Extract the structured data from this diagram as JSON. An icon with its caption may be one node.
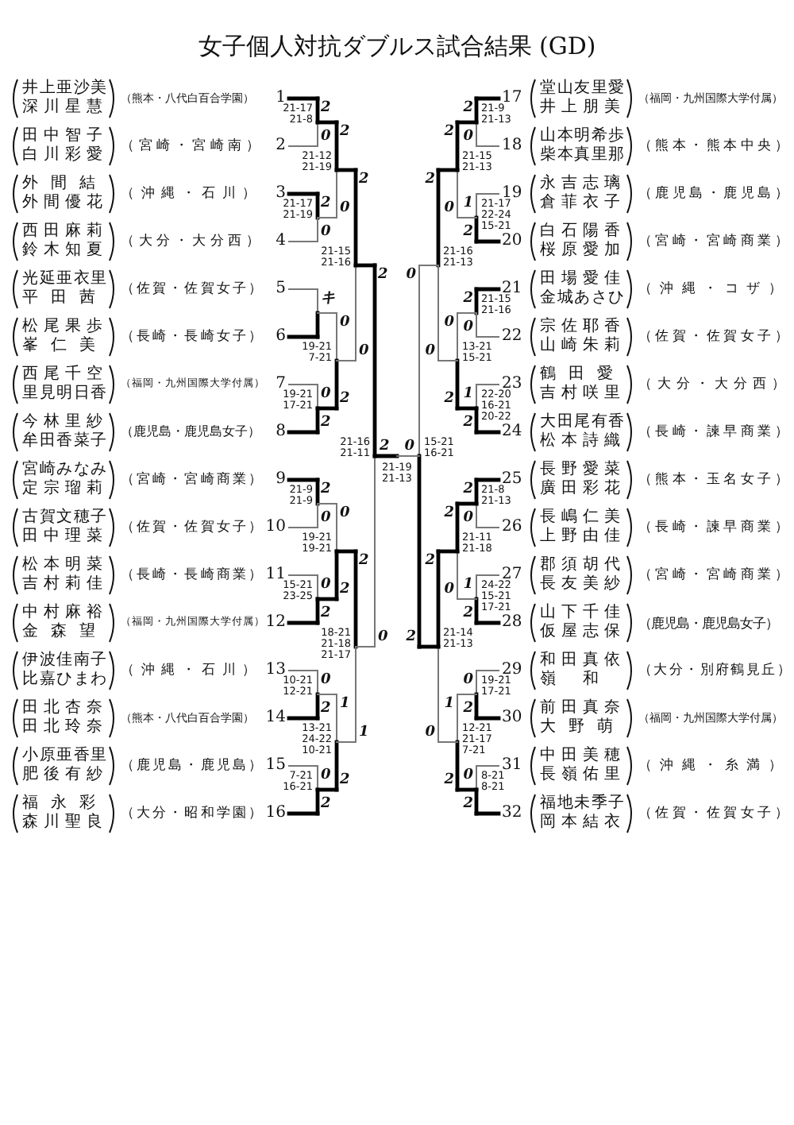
{
  "diagram": {
    "title": "女子個人対抗ダブルス試合結果 (GD)",
    "nodes": [
      {
        "text": [
          "井上亜沙美",
          "深川星慧",
          "（熊本・八代白百合学園）"
        ],
        "beside": [
          "1"
        ]
      },
      {
        "text": [
          "田中智子",
          "白川彩愛",
          "（宮崎・宮崎南）"
        ],
        "beside": [
          "2"
        ]
      },
      {
        "text": [
          "外間結",
          "外間優花",
          "（沖縄・石川）"
        ],
        "beside": [
          "3"
        ]
      },
      {
        "text": [
          "西田麻莉",
          "鈴木知夏",
          "（大分・大分西）"
        ],
        "beside": [
          "4"
        ]
      },
      {
        "text": [
          "光延亜衣里",
          "平田茜",
          "（佐賀・佐賀女子）"
        ],
        "beside": [
          "5"
        ]
      },
      {
        "text": [
          "松尾果歩",
          "峯仁美",
          "（長崎・長崎女子）"
        ],
        "beside": [
          "6"
        ]
      },
      {
        "text": [
          "西尾千空",
          "里見明日香",
          "（福岡・九州国際大学付属）"
        ],
        "beside": [
          "7"
        ]
      },
      {
        "text": [
          "今林里紗",
          "牟田香菜子",
          "（鹿児島・鹿児島女子）"
        ],
        "beside": [
          "8"
        ]
      },
      {
        "text": [
          "宮崎みなみ",
          "定宗瑠莉",
          "（宮崎・宮崎商業）"
        ],
        "beside": [
          "9"
        ]
      },
      {
        "text": [
          "古賀文穂子",
          "田中理菜",
          "（佐賀・佐賀女子）"
        ],
        "beside": [
          "10"
        ]
      },
      {
        "text": [
          "松本明菜",
          "吉村莉佳",
          "（長崎・長崎商業）"
        ],
        "beside": [
          "11"
        ]
      },
      {
        "text": [
          "中村麻裕",
          "金森望",
          "（福岡・九州国際大学付属）"
        ],
        "beside": [
          "12"
        ]
      },
      {
        "text": [
          "伊波佳南子",
          "比嘉ひまわ",
          "（沖縄・石川）"
        ],
        "beside": [
          "13"
        ]
      },
      {
        "text": [
          "田北杏奈",
          "田北玲奈",
          "（熊本・八代白百合学園）"
        ],
        "beside": [
          "14"
        ]
      },
      {
        "text": [
          "小原亜香里",
          "肥後有紗",
          "（鹿児島・鹿児島）"
        ],
        "beside": [
          "15"
        ]
      },
      {
        "text": [
          "福永彩",
          "森川聖良",
          "（大分・昭和学園）"
        ],
        "beside": [
          "16"
        ]
      },
      {
        "text": [
          "堂山友里愛",
          "井上朋美",
          "（福岡・九州国際大学付属）"
        ],
        "beside": [
          "17"
        ]
      },
      {
        "text": [
          "山本明希歩",
          "柴本真里那",
          "（熊本・熊本中央）"
        ],
        "beside": [
          "18"
        ]
      },
      {
        "text": [
          "永吉志璃",
          "倉菲衣子",
          "（鹿児島・鹿児島）"
        ],
        "beside": [
          "19"
        ]
      },
      {
        "text": [
          "白石陽香",
          "桜原愛加",
          "（宮崎・宮崎商業）"
        ],
        "beside": [
          "20"
        ]
      },
      {
        "text": [
          "田場愛佳",
          "金城あさひ",
          "（沖縄・コザ）"
        ],
        "beside": [
          "21"
        ]
      },
      {
        "text": [
          "宗佐耶香",
          "山崎朱莉",
          "（佐賀・佐賀女子）"
        ],
        "beside": [
          "22"
        ]
      },
      {
        "text": [
          "鶴田愛",
          "吉村咲里",
          "（大分・大分西）"
        ],
        "beside": [
          "23"
        ]
      },
      {
        "text": [
          "大田尾有香",
          "松本詩織",
          "（長崎・諫早商業）"
        ],
        "beside": [
          "24"
        ]
      },
      {
        "text": [
          "長野愛菜",
          "廣田彩花",
          "（熊本・玉名女子）"
        ],
        "beside": [
          "25"
        ]
      },
      {
        "text": [
          "長嶋仁美",
          "上野由佳",
          "（長崎・諫早商業）"
        ],
        "beside": [
          "26"
        ]
      },
      {
        "text": [
          "郡須胡代",
          "長友美紗",
          "（宮崎・宮崎商業）"
        ],
        "beside": [
          "27"
        ]
      },
      {
        "text": [
          "山下千佳",
          "仮屋志保",
          "（鹿児島・鹿児島女子）"
        ],
        "beside": [
          "28"
        ]
      },
      {
        "text": [
          "和田真依",
          "嶺和",
          "（大分・別府鶴見丘）"
        ],
        "beside": [
          "29"
        ]
      },
      {
        "text": [
          "前田真奈",
          "大野萌",
          "（福岡・九州国際大学付属）"
        ],
        "beside": [
          "30"
        ]
      },
      {
        "text": [
          "中田美穂",
          "長嶺佑里",
          "（沖縄・糸満）"
        ],
        "beside": [
          "31"
        ]
      },
      {
        "text": [
          "福地未季子",
          "岡本結衣",
          "（佐賀・佐賀女子）"
        ],
        "beside": [
          "32"
        ]
      }
    ],
    "labels": [
      "2",
      "0",
      "21-17 21-8",
      "2",
      "0",
      "21-17 21-19",
      "キ",
      "0",
      "2",
      "19-21 17-21",
      "2",
      "0",
      "21-9 21-9",
      "0",
      "2",
      "15-21 23-25",
      "0",
      "2",
      "10-21 12-21",
      "0",
      "2",
      "7-21 16-21",
      "2",
      "0",
      "21-12 21-19",
      "0",
      "2",
      "19-21 7-21",
      "0",
      "2",
      "19-21 19-21",
      "1",
      "2",
      "13-21 24-22 10-21",
      "2",
      "0",
      "21-15 21-16",
      "2",
      "1",
      "18-21 21-18 21-17",
      "2",
      "0",
      "21-16 21-11",
      "2",
      "0",
      "21-9 21-13",
      "1",
      "2",
      "21-17 22-24 15-21",
      "2",
      "0",
      "21-15 21-16",
      "1",
      "2",
      "22-20 16-21 20-22",
      "2",
      "0",
      "21-8 21-13",
      "1",
      "2",
      "24-22 15-21 17-21",
      "0",
      "2",
      "19-21 17-21",
      "0",
      "2",
      "8-21 8-21",
      "2",
      "0",
      "21-15 21-13",
      "0",
      "2",
      "13-21 15-21",
      "2",
      "0",
      "21-11 21-18",
      "1",
      "2",
      "12-21 21-17 7-21",
      "2",
      "0",
      "21-16 21-13",
      "2",
      "0",
      "21-14 21-13",
      "0",
      "2",
      "15-21 16-21",
      "2",
      "0",
      "21-19 21-13"
    ]
  }
}
